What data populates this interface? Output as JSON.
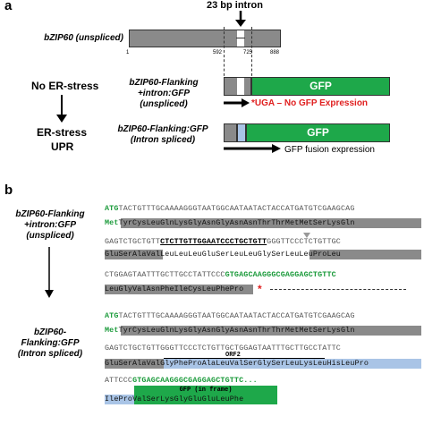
{
  "panel_a": {
    "letter": "a",
    "intron_label": "23 bp intron",
    "gene_label": "bZIP60 (unspliced)",
    "pos_1": "1",
    "pos_592": "592",
    "pos_725": "725",
    "pos_888": "888",
    "no_stress": "No ER-stress",
    "er_stress": "ER-stress",
    "upr": "UPR",
    "construct1_l1": "bZIP60-Flanking",
    "construct1_l2": "+intron:GFP",
    "construct1_l3": "(unspliced)",
    "construct2_l1": "bZIP60-Flanking:GFP",
    "construct2_l2": "(Intron spliced)",
    "gfp1": "GFP",
    "gfp2": "GFP",
    "no_expr": "*UGA – No GFP Expression",
    "fusion_expr": "GFP fusion expression",
    "colors": {
      "grey": "#8a8a8a",
      "green": "#1ea84a",
      "blue": "#a9c4e6",
      "red": "#e02020"
    }
  },
  "panel_b": {
    "letter": "b",
    "label1_l1": "bZIP60-Flanking",
    "label1_l2": "+intron:GFP",
    "label1_l3": "(unspliced)",
    "label2_l1": "bZIP60-",
    "label2_l2": "Flanking:GFP",
    "label2_l3": "(Intron spliced)",
    "u_row1_atg": "ATG",
    "u_row1_seq": "TACTGTTTGCAAAAGGGTAATGGCAATAATACTACCATGATGTCGAAGCAG",
    "u_row1_met": "Met",
    "u_row1_aa": "TyrCysLeuGlnLysGlyAsnGlyAsnAsnThrThrMetMetSerLysGln",
    "u_row2_a": "GAGTCTGCTGTT",
    "u_row2_intron": "CTCTTGTTGGAATCCCTGCTGTT",
    "u_row2_b": "GGGTTCCCTCTGTTGC",
    "u_row2_aa": "GluSerAlaValLeuLeuLeuGluSerLeuLeuGlySerLeuLeuProLeu",
    "u_row3_a": "CTGGAGTAATTTGCTTGCCTATTCCC",
    "u_row3_green": "GTGAGCAAGGGCGAGGAGCTGTTC",
    "u_row3_aa": "LeuGlyValAsnPheIleCysLeuPhePro",
    "u_row3_stop": "*",
    "s_row1_atg": "ATG",
    "s_row1_seq": "TACTGTTTGCAAAAGGGTAATGGCAATAATACTACCATGATGTCGAAGCAG",
    "s_row1_met": "Met",
    "s_row1_aa": "TyrCysLeuGlnLysGlyAsnGlyAsnAsnThrThrMetMetSerLysGln",
    "s_row2_seq": "GAGTCTGCTGTTGGGTTCCCTCTGTTGCTGGAGTAATTTGCTTGCCTATTC",
    "s_row2_orf": "ORF2",
    "s_row2_aa1": "GluSerAlaVal",
    "s_row2_aa2": "GlyPheProAlaLeuValSerGlySerLeuLysLeuHisLeuPro",
    "s_row3_a": "ATTCCC",
    "s_row3_green": "GTGAGCAAGGGCGAGGAGCTGTTC...",
    "s_row3_gfp": "GFP (in frame)",
    "s_row3_aa1": "IlePro",
    "s_row3_aa2": "ValSerLysGlyGluGluLeuPhe"
  }
}
